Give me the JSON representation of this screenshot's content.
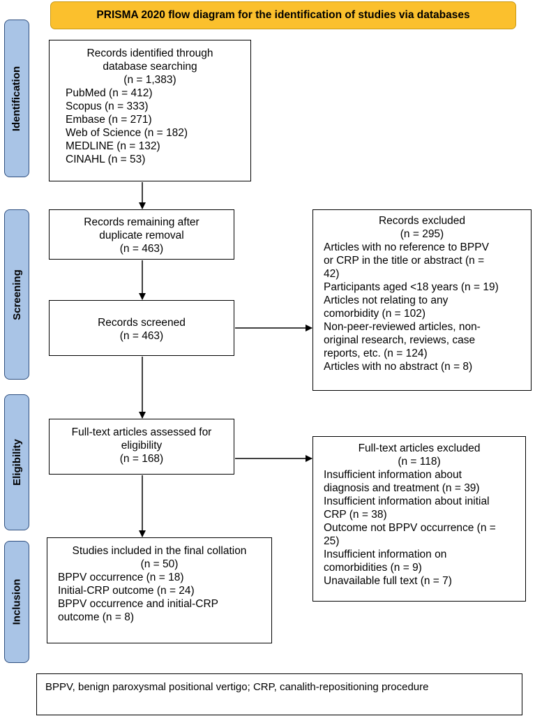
{
  "title": "PRISMA 2020 flow diagram for the identification of studies via databases",
  "stages": {
    "identification": "Identification",
    "screening": "Screening",
    "eligibility": "Eligibility",
    "inclusion": "Inclusion"
  },
  "identified": {
    "heading_1": "Records identified through",
    "heading_2": "database searching",
    "count": "(n = 1,383)",
    "sources": [
      "PubMed (n = 412)",
      "Scopus (n = 333)",
      "Embase (n = 271)",
      "Web of Science (n = 182)",
      "MEDLINE (n = 132)",
      "CINAHL (n = 53)"
    ]
  },
  "after_duplicates": {
    "line_1": "Records remaining after",
    "line_2": "duplicate removal",
    "count": "(n = 463)"
  },
  "screened": {
    "line_1": "Records screened",
    "count": "(n = 463)"
  },
  "excluded": {
    "heading": "Records excluded",
    "count": "(n = 295)",
    "lines": [
      "Articles with no reference to BPPV",
      "or CRP in the title or abstract (n =",
      "42)",
      "Participants aged <18 years (n = 19)",
      "Articles not relating to any",
      "comorbidity (n = 102)",
      "Non-peer-reviewed articles, non-",
      "original research, reviews, case",
      "reports, etc. (n = 124)",
      "Articles with no abstract (n = 8)"
    ]
  },
  "full_text": {
    "line_1": "Full-text articles assessed for",
    "line_2": "eligibility",
    "count": "(n = 168)"
  },
  "full_text_excluded": {
    "heading": "Full-text articles excluded",
    "count": "(n = 118)",
    "lines": [
      "Insufficient information about",
      "diagnosis and treatment (n = 39)",
      "Insufficient information about initial",
      "CRP (n = 38)",
      "Outcome not BPPV occurrence (n =",
      "25)",
      "Insufficient information on",
      "comorbidities (n = 9)",
      "Unavailable full text (n = 7)"
    ]
  },
  "included": {
    "heading": "Studies included in the final collation",
    "count": "(n = 50)",
    "lines": [
      "BPPV occurrence (n = 18)",
      "Initial-CRP outcome (n = 24)",
      "BPPV occurrence and initial-CRP",
      "outcome (n = 8)"
    ]
  },
  "footnote": "BPPV, benign paroxysmal positional vertigo; CRP, canalith-repositioning procedure"
}
